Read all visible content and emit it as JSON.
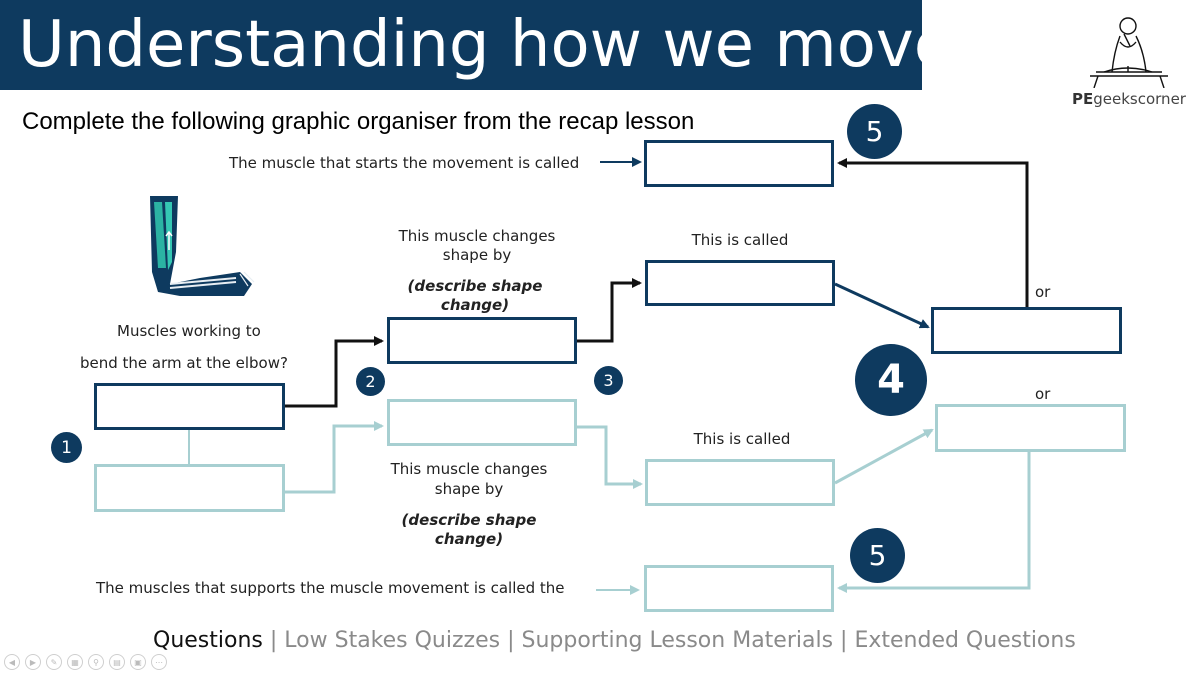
{
  "title": "Understanding how we move",
  "subtitle": "Complete the following graphic organiser from the recap lesson",
  "logo": {
    "prefix": "PE",
    "suffix": "geekscorner"
  },
  "labels": {
    "prime_mover": "The muscle that starts the movement is called",
    "muscles_q1": "Muscles working to",
    "muscles_q2": "bend the arm at the elbow?",
    "changes_top_1": "This muscle changes",
    "changes_top_2": "shape by",
    "describe_top_1": "(describe shape",
    "describe_top_2": "change)",
    "called_top": "This is called",
    "or_top": "or",
    "or_bottom": "or",
    "called_bottom": "This is called",
    "changes_bottom_1": "This muscle changes",
    "changes_bottom_2": "shape by",
    "describe_bottom_1": "(describe shape",
    "describe_bottom_2": "change)",
    "supporting": "The muscles that supports the muscle movement is called the"
  },
  "badges": {
    "b1": "1",
    "b2": "2",
    "b3": "3",
    "b4": "4",
    "b5_top": "5",
    "b5_bottom": "5"
  },
  "footer": {
    "active": "Questions",
    "sep": " | ",
    "links": [
      "Low Stakes Quizzes",
      "Supporting Lesson Materials",
      "Extended Questions"
    ]
  },
  "colors": {
    "dark": "#0e3a5f",
    "light": "#a7cfd1"
  },
  "icons": {
    "arm": "arm-muscle-icon",
    "logo": "person-reading-icon"
  }
}
